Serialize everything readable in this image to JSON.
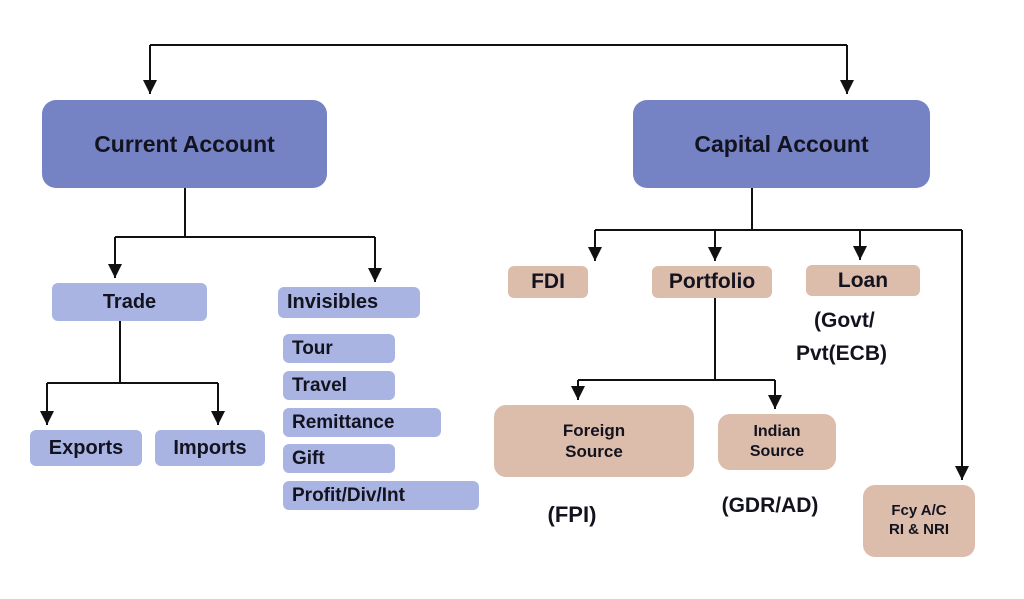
{
  "nodes": {
    "current_account": "Current Account",
    "capital_account": "Capital Account",
    "trade": "Trade",
    "invisibles": "Invisibles",
    "exports": "Exports",
    "imports": "Imports",
    "invisible_items": [
      "Tour",
      "Travel",
      "Remittance",
      "Gift",
      "Profit/Div/Int"
    ],
    "fdi": "FDI",
    "portfolio": "Portfolio",
    "loan": "Loan",
    "loan_note_line1": "(Govt/",
    "loan_note_line2": "Pvt(ECB)",
    "foreign_source_line1": "Foreign",
    "foreign_source_line2": "Source",
    "foreign_source_note": "(FPI)",
    "indian_source_line1": "Indian",
    "indian_source_line2": "Source",
    "indian_source_note": "(GDR/AD)",
    "fcy_line1": "Fcy A/C",
    "fcy_line2": "RI & NRI"
  },
  "colors": {
    "primary_box": "#7583c5",
    "secondary_box": "#a9b4e2",
    "capital_box": "#dcbcab",
    "text": "#13131f",
    "line": "#111111"
  }
}
